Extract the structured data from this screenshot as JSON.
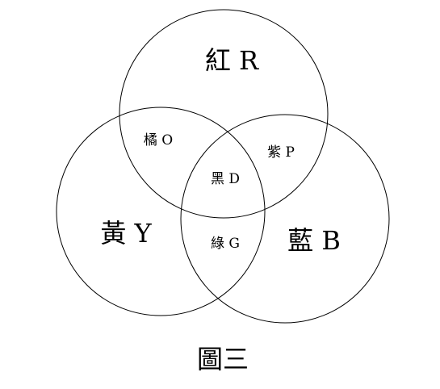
{
  "diagram": {
    "circles": {
      "red": {
        "label": "紅 R"
      },
      "yellow": {
        "label": "黃 Y"
      },
      "blue": {
        "label": "藍 B"
      }
    },
    "overlaps": {
      "red_yellow": "橘 O",
      "red_blue": "紫 P",
      "yellow_blue": "綠 G",
      "all_three": "黑 D"
    },
    "caption": "圖三"
  }
}
